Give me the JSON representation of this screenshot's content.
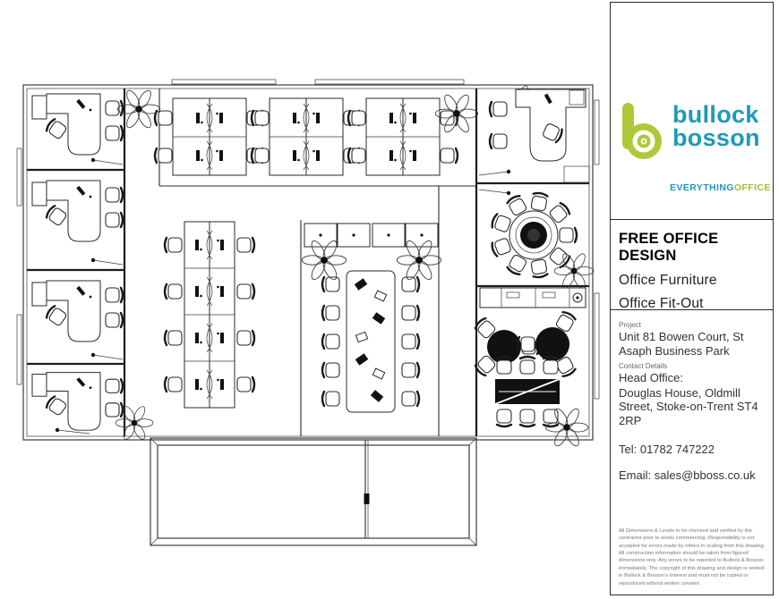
{
  "brand": {
    "name_line1": "bullock",
    "name_line2": "bosson",
    "tagline_part1": "EVERYTHING",
    "tagline_part2": "OFFICE",
    "colors": {
      "teal": "#1e9ab7",
      "green": "#aec937"
    }
  },
  "services": {
    "headline": "FREE OFFICE DESIGN",
    "line2": "Office Furniture",
    "line3": "Office Fit-Out"
  },
  "details": {
    "project_label": "Project",
    "project_value": "Unit 81 Bowen Court, St Asaph Business Park",
    "contact_label": "Contact Details",
    "contact_name": "Head Office:",
    "contact_address": "Douglas House, Oldmill Street, Stoke-on-Trent ST4 2RP",
    "tel": "Tel: 01782 747222",
    "email": "Email: sales@bboss.co.uk"
  },
  "disclaimer": "All Dimensions & Levels to be checked and verified by the contractor prior to works commencing. Responsibility is not accepted for errors made by others in scaling from this drawing. All construction information should be taken from figured dimensions only. Any errors to be reported to Bullock & Bosson immediately. The copyright of this drawing and design is vested in Bullock & Bosson's interest and must not be copied or reproduced without written consent."
}
